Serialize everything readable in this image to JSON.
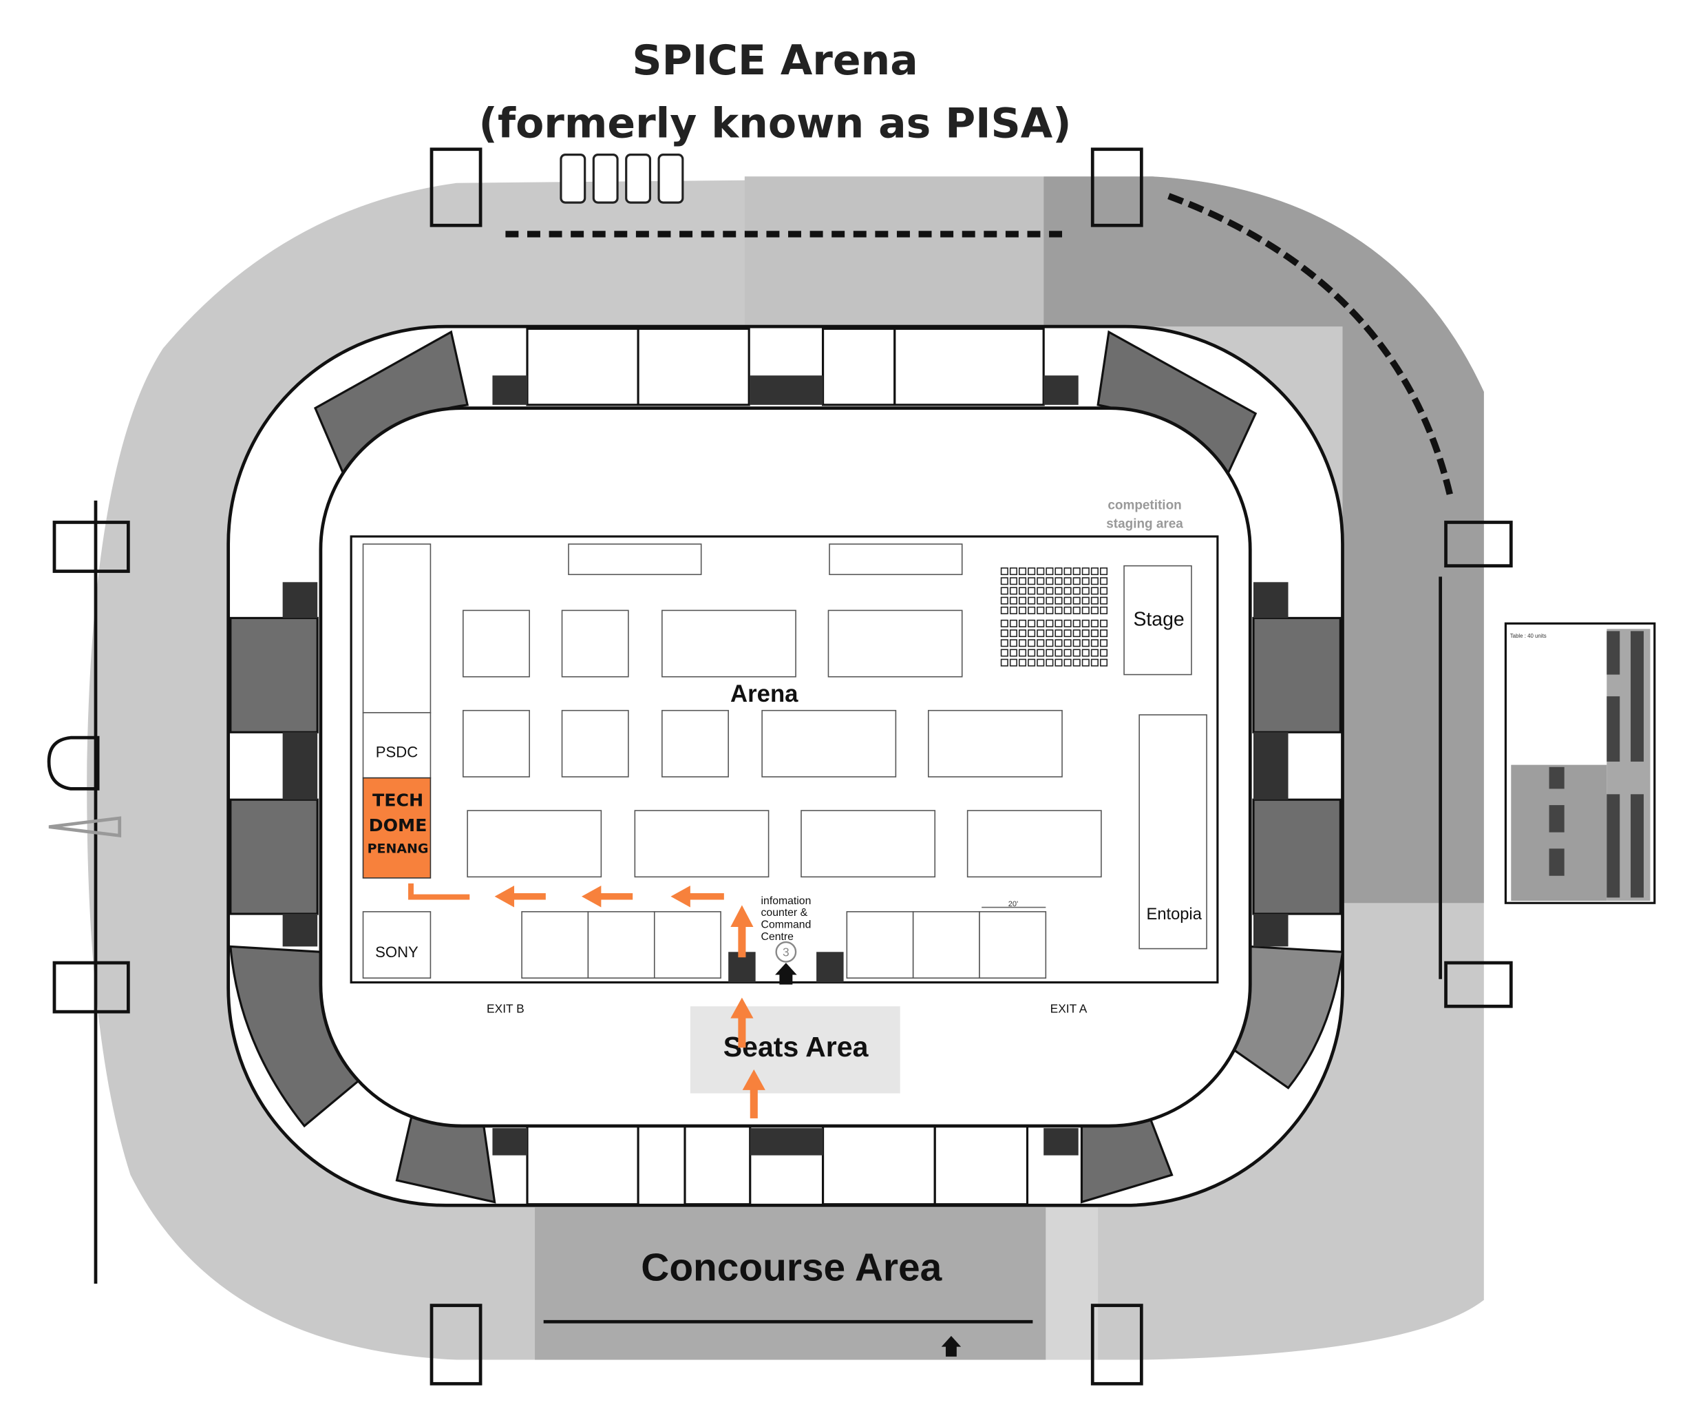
{
  "title": {
    "line1": "SPICE Arena",
    "line2": "(formerly known as PISA)"
  },
  "areas": {
    "arena": "Arena",
    "stage": "Stage",
    "competition_staging": [
      "competition",
      "staging area"
    ],
    "psdc": "PSDC",
    "tech_dome": [
      "TECH",
      "DOME",
      "PENANG"
    ],
    "sony": "SONY",
    "entopia": "Entopia",
    "info_counter": [
      "infomation",
      "counter &",
      "Command",
      "Centre"
    ],
    "info_number": "3",
    "seats_area": "Seats Area",
    "concourse_area": "Concourse  Area",
    "exit_a": "EXIT A",
    "exit_b": "EXIT B",
    "dimension": "20'",
    "annex_table": "Table : 40 units"
  },
  "colors": {
    "highlight": "#f7813c",
    "concourse": "#c9c9c9",
    "concourse_dark": "#9e9e9e",
    "seats_area_bg": "#e6e6e6"
  },
  "route": {
    "arrow_color": "#f7813c"
  }
}
